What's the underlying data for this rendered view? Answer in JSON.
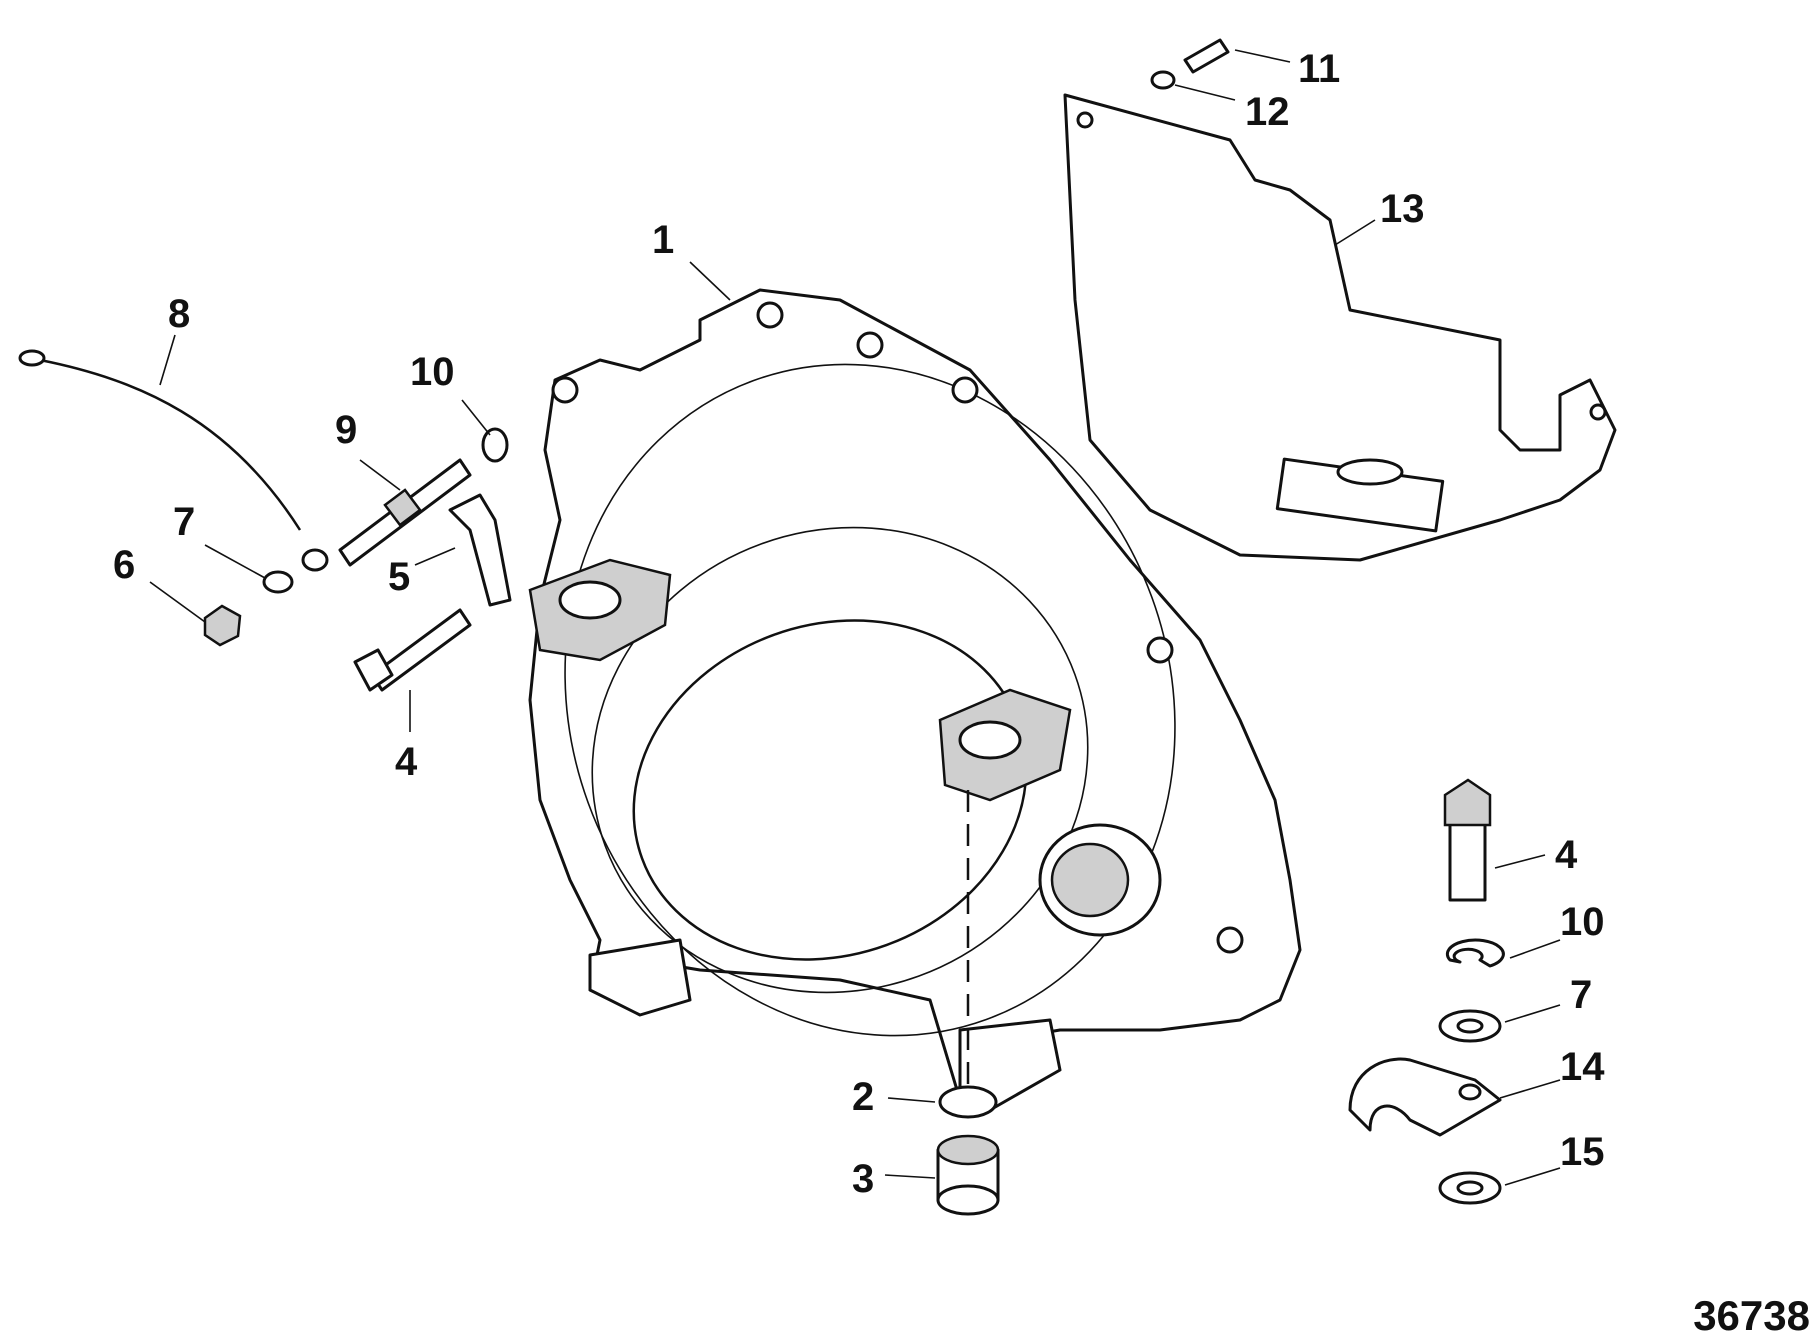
{
  "diagram": {
    "reference_number": "36738",
    "callouts": [
      {
        "id": "c1",
        "label": "1"
      },
      {
        "id": "c2",
        "label": "2"
      },
      {
        "id": "c3",
        "label": "3"
      },
      {
        "id": "c4a",
        "label": "4"
      },
      {
        "id": "c4b",
        "label": "4"
      },
      {
        "id": "c5",
        "label": "5"
      },
      {
        "id": "c6",
        "label": "6"
      },
      {
        "id": "c7a",
        "label": "7"
      },
      {
        "id": "c7b",
        "label": "7"
      },
      {
        "id": "c8",
        "label": "8"
      },
      {
        "id": "c9",
        "label": "9"
      },
      {
        "id": "c10a",
        "label": "10"
      },
      {
        "id": "c10b",
        "label": "10"
      },
      {
        "id": "c11",
        "label": "11"
      },
      {
        "id": "c12",
        "label": "12"
      },
      {
        "id": "c13",
        "label": "13"
      },
      {
        "id": "c14",
        "label": "14"
      },
      {
        "id": "c15",
        "label": "15"
      }
    ]
  }
}
